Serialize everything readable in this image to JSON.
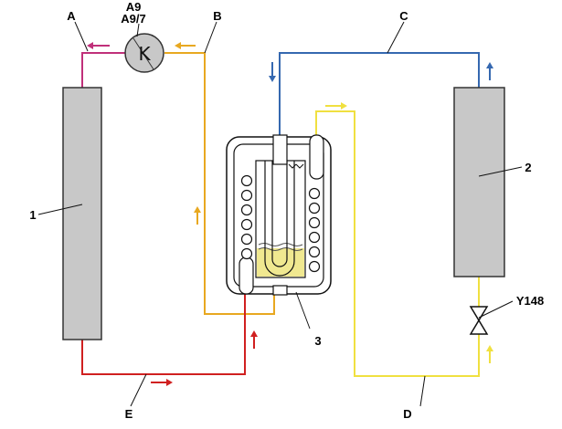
{
  "labels": {
    "a": "A",
    "a9": "A9",
    "a97": "A9/7",
    "b": "B",
    "c": "C",
    "d": "D",
    "e": "E",
    "n1": "1",
    "n2": "2",
    "n3": "3",
    "y148": "Y148",
    "k": "K"
  },
  "colors": {
    "line_a": "#c0307a",
    "line_b": "#e8a820",
    "line_c": "#3568b0",
    "line_d": "#f0e040",
    "line_e": "#d02020",
    "cylinder": "#c8c8c8",
    "liquid": "#f0e890"
  },
  "icons": {
    "compressor": "compressor-k-icon",
    "valve": "expansion-valve-icon",
    "flow": "flow-arrow-icon"
  }
}
